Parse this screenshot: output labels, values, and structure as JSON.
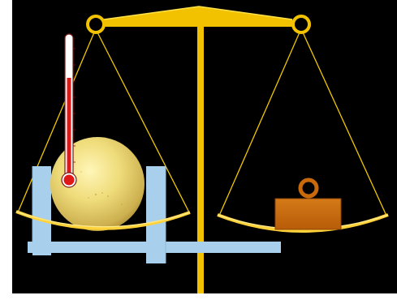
{
  "figure": {
    "description_free": true,
    "colors": {
      "background": "#000000",
      "frame": "#ffffff",
      "beam": "#f2c200",
      "beam_highlight": "#ffe24a",
      "string": "#f0c800",
      "pan": "#ffd23a",
      "clamp": "#a8d0ec",
      "clamp_edge": "#8bbde0",
      "sphere_light": "#fff4a8",
      "sphere_mid": "#efdc7a",
      "sphere_dark": "#b99b3a",
      "thermometer_glass": "#ffffff",
      "thermometer_outline": "#7a1a1a",
      "thermometer_liquid": "#e01818",
      "weight": "#c86a0c",
      "weight_edge": "#8a4406",
      "weight_ring": "#c86a0c"
    },
    "icons": [
      "balance-scale",
      "thermometer-icon",
      "sphere",
      "clamp",
      "weight-icon"
    ]
  }
}
